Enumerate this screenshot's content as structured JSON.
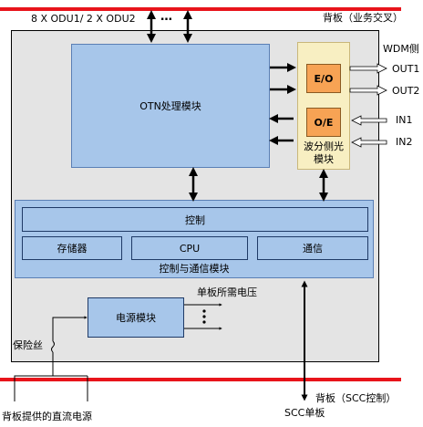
{
  "labels": {
    "odu_interface": "8 X ODU1/ 2 X ODU2",
    "ellipsis_top": "…",
    "backplane_top": "背板（业务交叉）",
    "wdm_side": "WDM侧",
    "out1": "OUT1",
    "out2": "OUT2",
    "in1": "IN1",
    "in2": "IN2",
    "board_power": "单板所需电压",
    "fuse": "保险丝",
    "backplane_bottom": "背板（SCC控制）",
    "dc_power": "背板提供的直流电源",
    "scc_board": "SCC单板"
  },
  "blocks": {
    "otn": "OTN处理模块",
    "eo": "E/O",
    "oe": "O/E",
    "wdm_module": "波分侧光模块",
    "control": "控制",
    "storage": "存储器",
    "cpu": "CPU",
    "comm": "通信",
    "ctrl_comm_module": "控制与通信模块",
    "power_module": "电源模块"
  },
  "colors": {
    "backplane": "#e8141b",
    "board": "#e4e4e4",
    "module_blue": "#a7c6ea",
    "wdm_panel": "#f8efc2",
    "optical_orange": "#f7a354"
  }
}
